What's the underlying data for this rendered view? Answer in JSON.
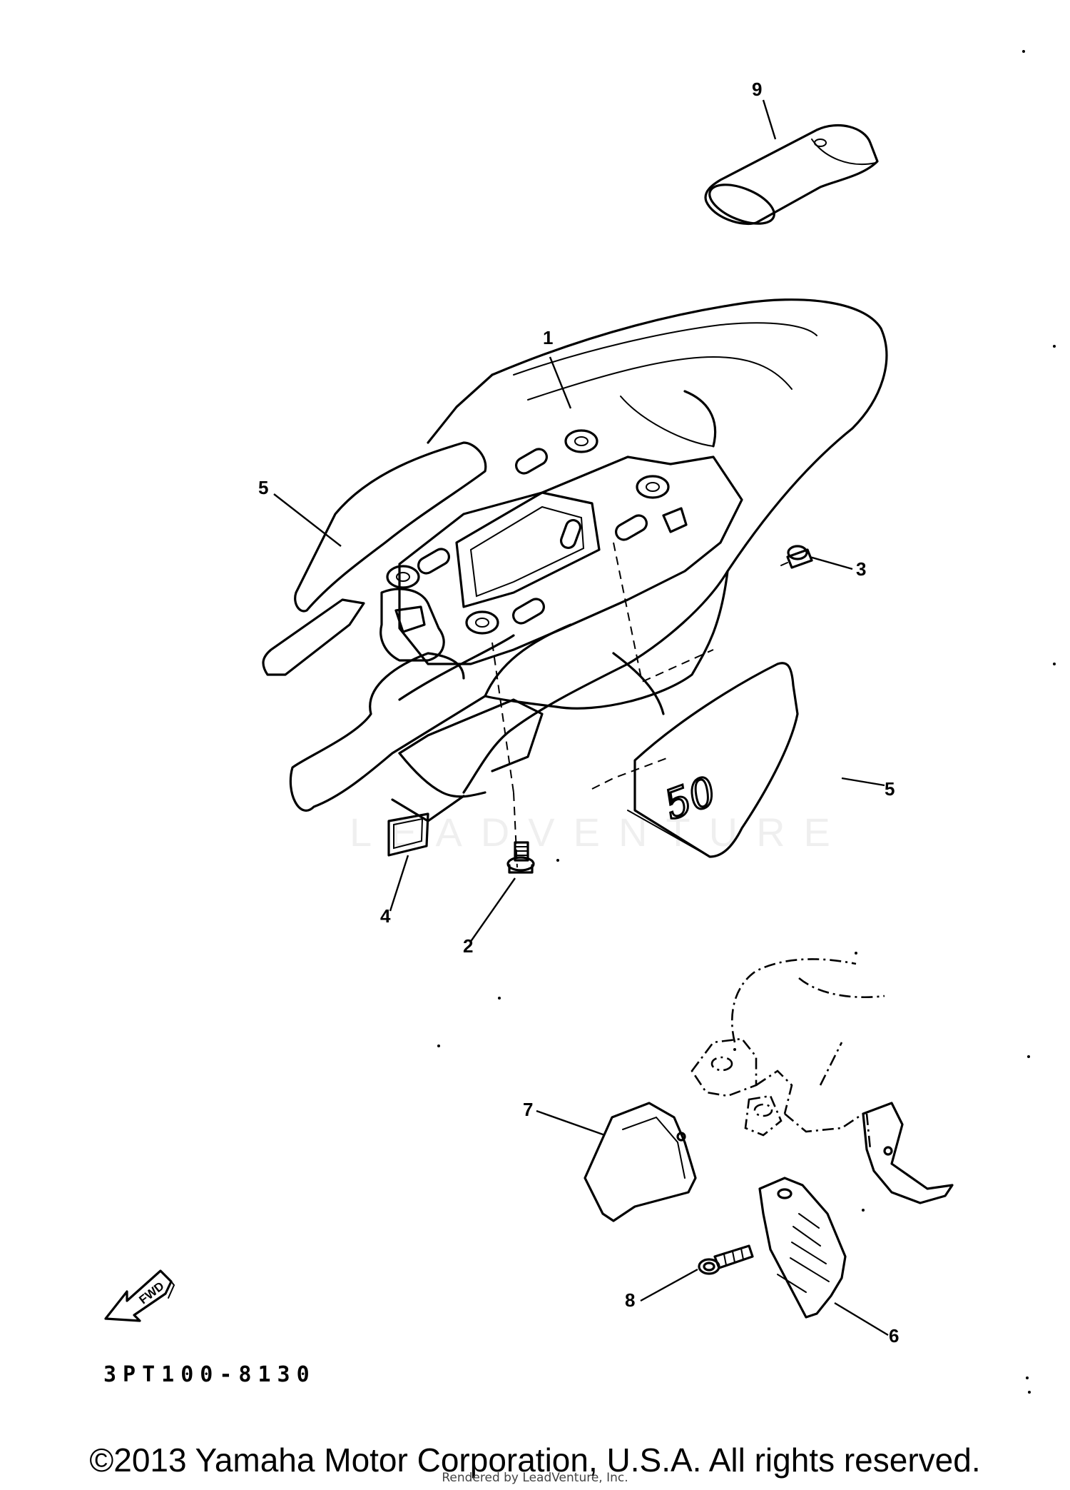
{
  "diagram": {
    "callouts": [
      {
        "id": "c9",
        "label": "9"
      },
      {
        "id": "c1",
        "label": "1"
      },
      {
        "id": "c5a",
        "label": "5"
      },
      {
        "id": "c3",
        "label": "3"
      },
      {
        "id": "c5b",
        "label": "5"
      },
      {
        "id": "c4",
        "label": "4"
      },
      {
        "id": "c2",
        "label": "2"
      },
      {
        "id": "c7",
        "label": "7"
      },
      {
        "id": "c8",
        "label": "8"
      },
      {
        "id": "c6",
        "label": "6"
      }
    ],
    "fwd_label": "FWD",
    "decal_text": "50",
    "diagram_code": "3PT100-8130",
    "watermark": "LEADVENTURE"
  },
  "footer": {
    "copyright": "©2013 Yamaha Motor Corporation, U.S.A. All rights reserved.",
    "rendered_by": "Rendered by LeadVenture, Inc."
  }
}
